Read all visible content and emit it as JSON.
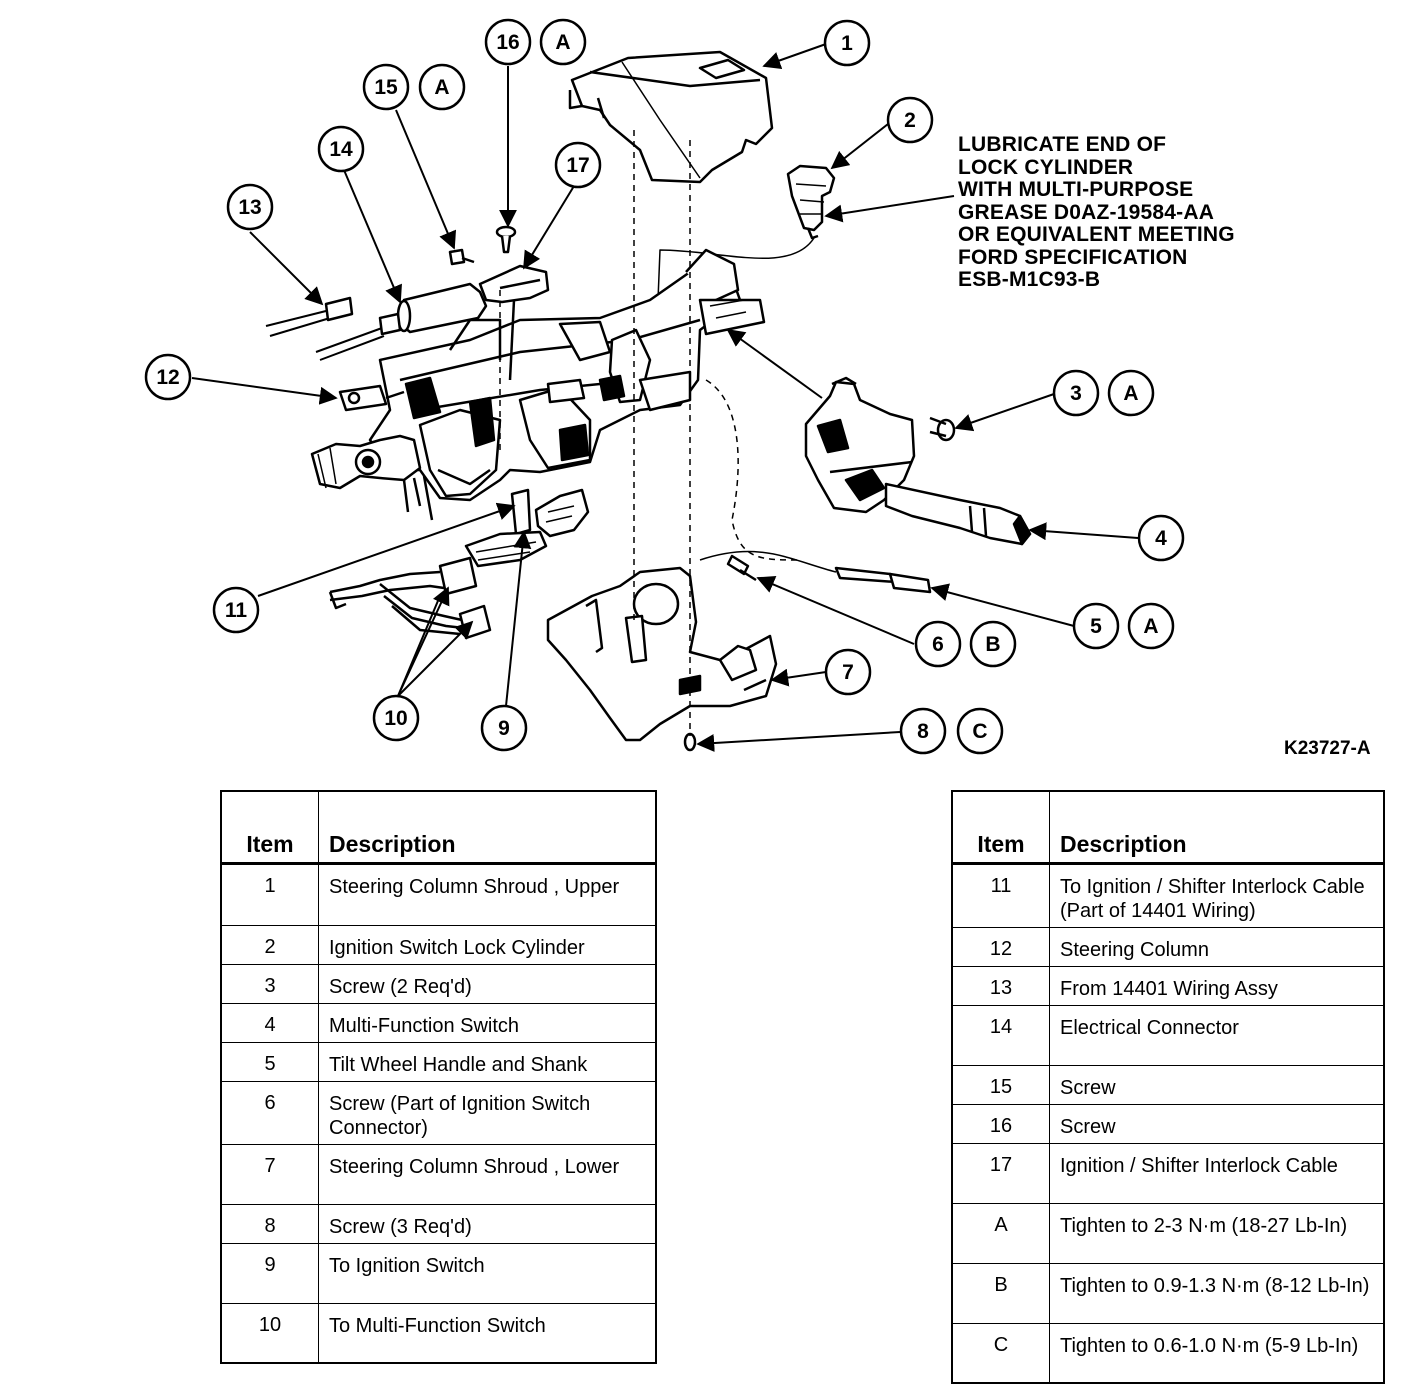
{
  "callouts": {
    "n1": "1",
    "n2": "2",
    "n3": "3",
    "n4": "4",
    "n5": "5",
    "n6": "6",
    "n7": "7",
    "n8": "8",
    "n9": "9",
    "n10": "10",
    "n11": "11",
    "n12": "12",
    "n13": "13",
    "n14": "14",
    "n15": "15",
    "n16": "16",
    "n17": "17",
    "a16": "A",
    "a15": "A",
    "a3": "A",
    "a5": "A",
    "b6": "B",
    "c8": "C"
  },
  "note": {
    "lines": [
      "LUBRICATE END OF",
      "LOCK CYLINDER",
      "WITH MULTI-PURPOSE",
      "GREASE D0AZ-19584-AA",
      "OR EQUIVALENT MEETING",
      "FORD SPECIFICATION",
      "ESB-M1C93-B"
    ]
  },
  "figure_id": "K23727-A",
  "legend_left": {
    "header_item": "Item",
    "header_desc": "Description",
    "rows": [
      {
        "item": "1",
        "desc": "Steering Column Shroud , Upper"
      },
      {
        "item": "2",
        "desc": "Ignition Switch Lock Cylinder"
      },
      {
        "item": "3",
        "desc": "Screw (2 Req'd)"
      },
      {
        "item": "4",
        "desc": "Multi-Function Switch"
      },
      {
        "item": "5",
        "desc": "Tilt Wheel Handle and Shank"
      },
      {
        "item": "6",
        "desc": "Screw (Part of Ignition Switch Connector)"
      },
      {
        "item": "7",
        "desc": "Steering Column Shroud , Lower"
      },
      {
        "item": "8",
        "desc": "Screw (3 Req'd)"
      },
      {
        "item": "9",
        "desc": "To Ignition Switch"
      },
      {
        "item": "10",
        "desc": "To Multi-Function Switch"
      }
    ]
  },
  "legend_right": {
    "header_item": "Item",
    "header_desc": "Description",
    "rows": [
      {
        "item": "11",
        "desc": "To Ignition / Shifter Interlock Cable (Part of 14401 Wiring)"
      },
      {
        "item": "12",
        "desc": "Steering Column"
      },
      {
        "item": "13",
        "desc": "From 14401 Wiring Assy"
      },
      {
        "item": "14",
        "desc": "Electrical Connector"
      },
      {
        "item": "15",
        "desc": "Screw"
      },
      {
        "item": "16",
        "desc": "Screw"
      },
      {
        "item": "17",
        "desc": "Ignition / Shifter Interlock Cable"
      },
      {
        "item": "A",
        "desc": "Tighten to 2-3 N·m (18-27 Lb-In)"
      },
      {
        "item": "B",
        "desc": "Tighten to 0.9-1.3 N·m (8-12 Lb-In)"
      },
      {
        "item": "C",
        "desc": "Tighten to 0.6-1.0 N·m (5-9 Lb-In)"
      }
    ]
  }
}
